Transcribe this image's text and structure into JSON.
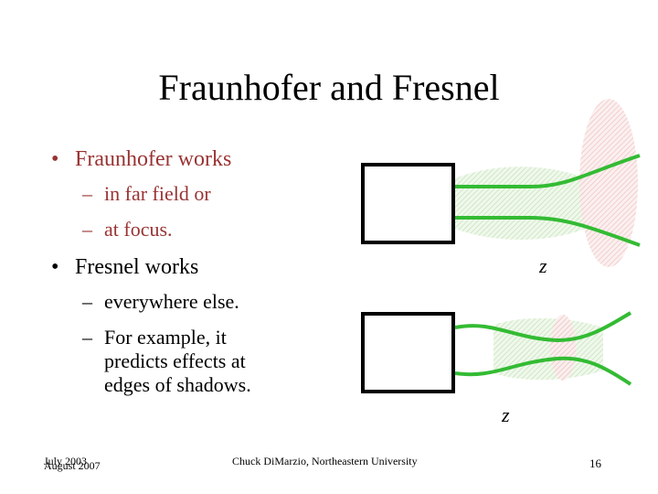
{
  "slide": {
    "title": "Fraunhofer and Fresnel",
    "bullets": [
      {
        "text": "Fraunhofer works",
        "color": "#993333",
        "subitems": [
          "in far field or",
          "at focus."
        ]
      },
      {
        "text": "Fresnel works",
        "color": "#000000",
        "subitems": [
          "everywhere else.",
          "For example, it",
          "predicts effects at",
          "edges of shadows."
        ]
      }
    ],
    "bullet_glyph": "•",
    "dash_glyph": "–"
  },
  "diagram": {
    "z_label_top": "z",
    "z_label_bottom": "z",
    "beam_color": "#33bb33",
    "haze_color": "#cfe8c4",
    "focus_color": "#f2c4c4"
  },
  "footer": {
    "date_line_1": "July 2003",
    "date_line_2": "August 2007",
    "center": "Chuck DiMarzio, Northeastern University",
    "page_number": "16"
  }
}
